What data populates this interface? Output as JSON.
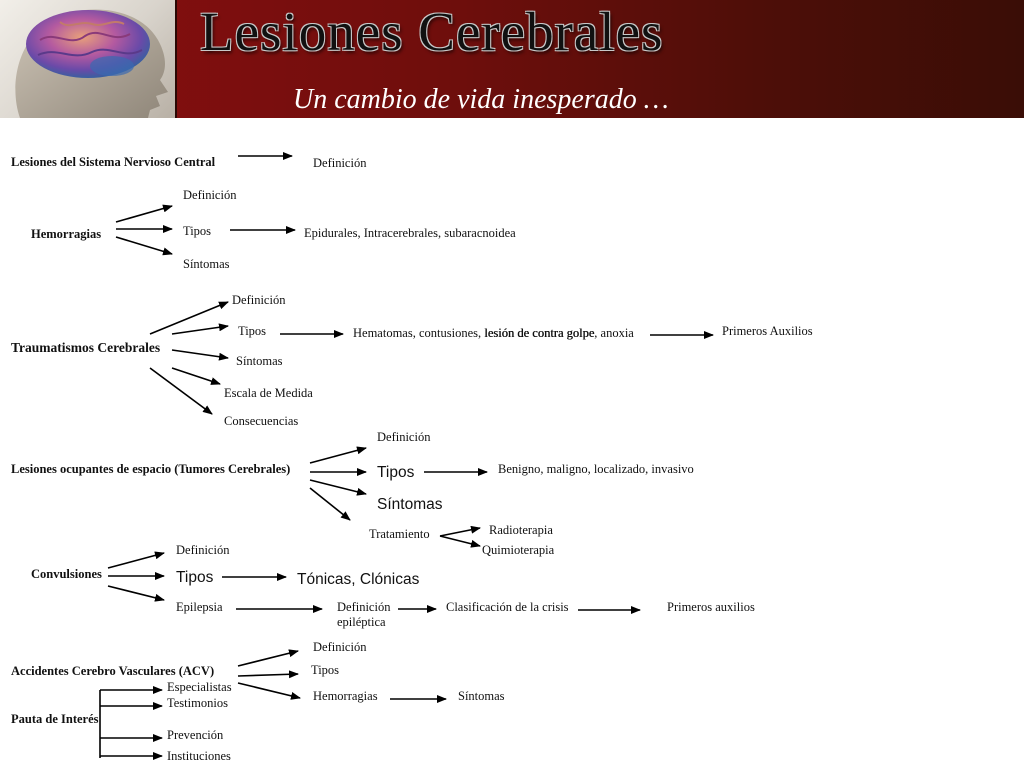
{
  "header": {
    "title": "Lesiones Cerebrales",
    "subtitle": "Un cambio de vida inesperado …"
  },
  "snc": {
    "title": "Lesiones del Sistema Nervioso Central",
    "definicion": "Definición"
  },
  "hemorragias": {
    "title": "Hemorragias",
    "definicion": "Definición",
    "tipos": "Tipos",
    "tipos_detail": "Epidurales, Intracerebrales, subaracnoidea",
    "sintomas": "Síntomas"
  },
  "traumatismos": {
    "title": "Traumatismos Cerebrales",
    "definicion": "Definición",
    "tipos": "Tipos",
    "tipos_detail_1": "Hematomas, contusiones, ",
    "tipos_detail_2": "lesión de contra golpe",
    "tipos_detail_3": ", anoxia",
    "primeros_auxilios": "Primeros Auxilios",
    "sintomas": "Síntomas",
    "escala": "Escala de Medida",
    "consecuencias": "Consecuencias"
  },
  "tumores": {
    "title": "Lesiones ocupantes de espacio (Tumores Cerebrales)",
    "definicion": "Definición",
    "tipos": "Tipos",
    "tipos_detail": "Benigno, maligno, localizado, invasivo",
    "sintomas": "Síntomas",
    "tratamiento": "Tratamiento",
    "radioterapia": "Radioterapia",
    "quimioterapia": "Quimioterapia"
  },
  "convulsiones": {
    "title": "Convulsiones",
    "definicion": "Definición",
    "tipos": "Tipos",
    "tipos_detail": "Tónicas, Clónicas",
    "epilepsia": "Epilepsia",
    "definicion_epileptica": "Definición epiléptica",
    "clasificacion": "Clasificación de la crisis",
    "primeros_auxilios": "Primeros auxilios"
  },
  "acv": {
    "title": "Accidentes Cerebro Vasculares (ACV)",
    "definicion": "Definición",
    "tipos": "Tipos",
    "hemorragias": "Hemorragias",
    "sintomas": "Síntomas"
  },
  "pauta": {
    "title": "Pauta de Interés",
    "especialistas": "Especialistas",
    "testimonios": "Testimonios",
    "prevencion": "Prevención",
    "instituciones": "Instituciones"
  },
  "colors": {
    "banner_red": "#8a0f10",
    "banner_dark": "#3a0d06",
    "subtitle": "#ffffff"
  }
}
